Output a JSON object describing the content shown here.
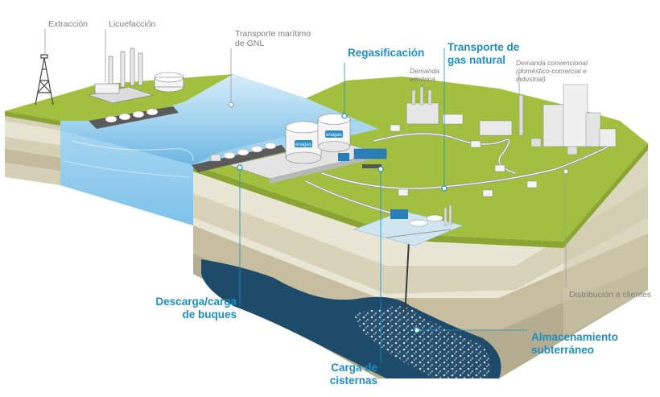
{
  "labels": {
    "extraction": "Extracción",
    "liquefaction": "Licuefacción",
    "lng_shipping_line1": "Transporte marítimo",
    "lng_shipping_line2": "de GNL",
    "regasification": "Regasificación",
    "gas_transport_line1": "Transporte de",
    "gas_transport_line2": "gas natural",
    "electric_demand_line1": "Demanda",
    "electric_demand_line2": "eléctrica",
    "conventional_demand_line1": "Demanda convencional",
    "conventional_demand_line2": "(doméstico-comercial e",
    "conventional_demand_line3": "industrial)",
    "ship_loading_line1": "Descarga/carga",
    "ship_loading_line2": "de buques",
    "client_distribution": "Distribución a clientes",
    "underground_storage_line1": "Almacenamiento",
    "underground_storage_line2": "subterráneo",
    "tanker_loading_line1": "Carga de",
    "tanker_loading_line2": "cisternas"
  },
  "tank_logo_text": "enagas",
  "colors": {
    "grass": "#a3bf3f",
    "grass_dark": "#8aa534",
    "sea_light": "#cbe6f6",
    "sea": "#8ecbed",
    "sea_deep": "#5aaee0",
    "soil_1": "#e9e6d5",
    "soil_2": "#d3cdb3",
    "soil_3": "#b5ad8f",
    "storage_rock": "#1f4b6a",
    "accent_blue": "#1d8fc4",
    "label_gray": "#7d7d7d",
    "leader_line": "#9b9b9b"
  }
}
